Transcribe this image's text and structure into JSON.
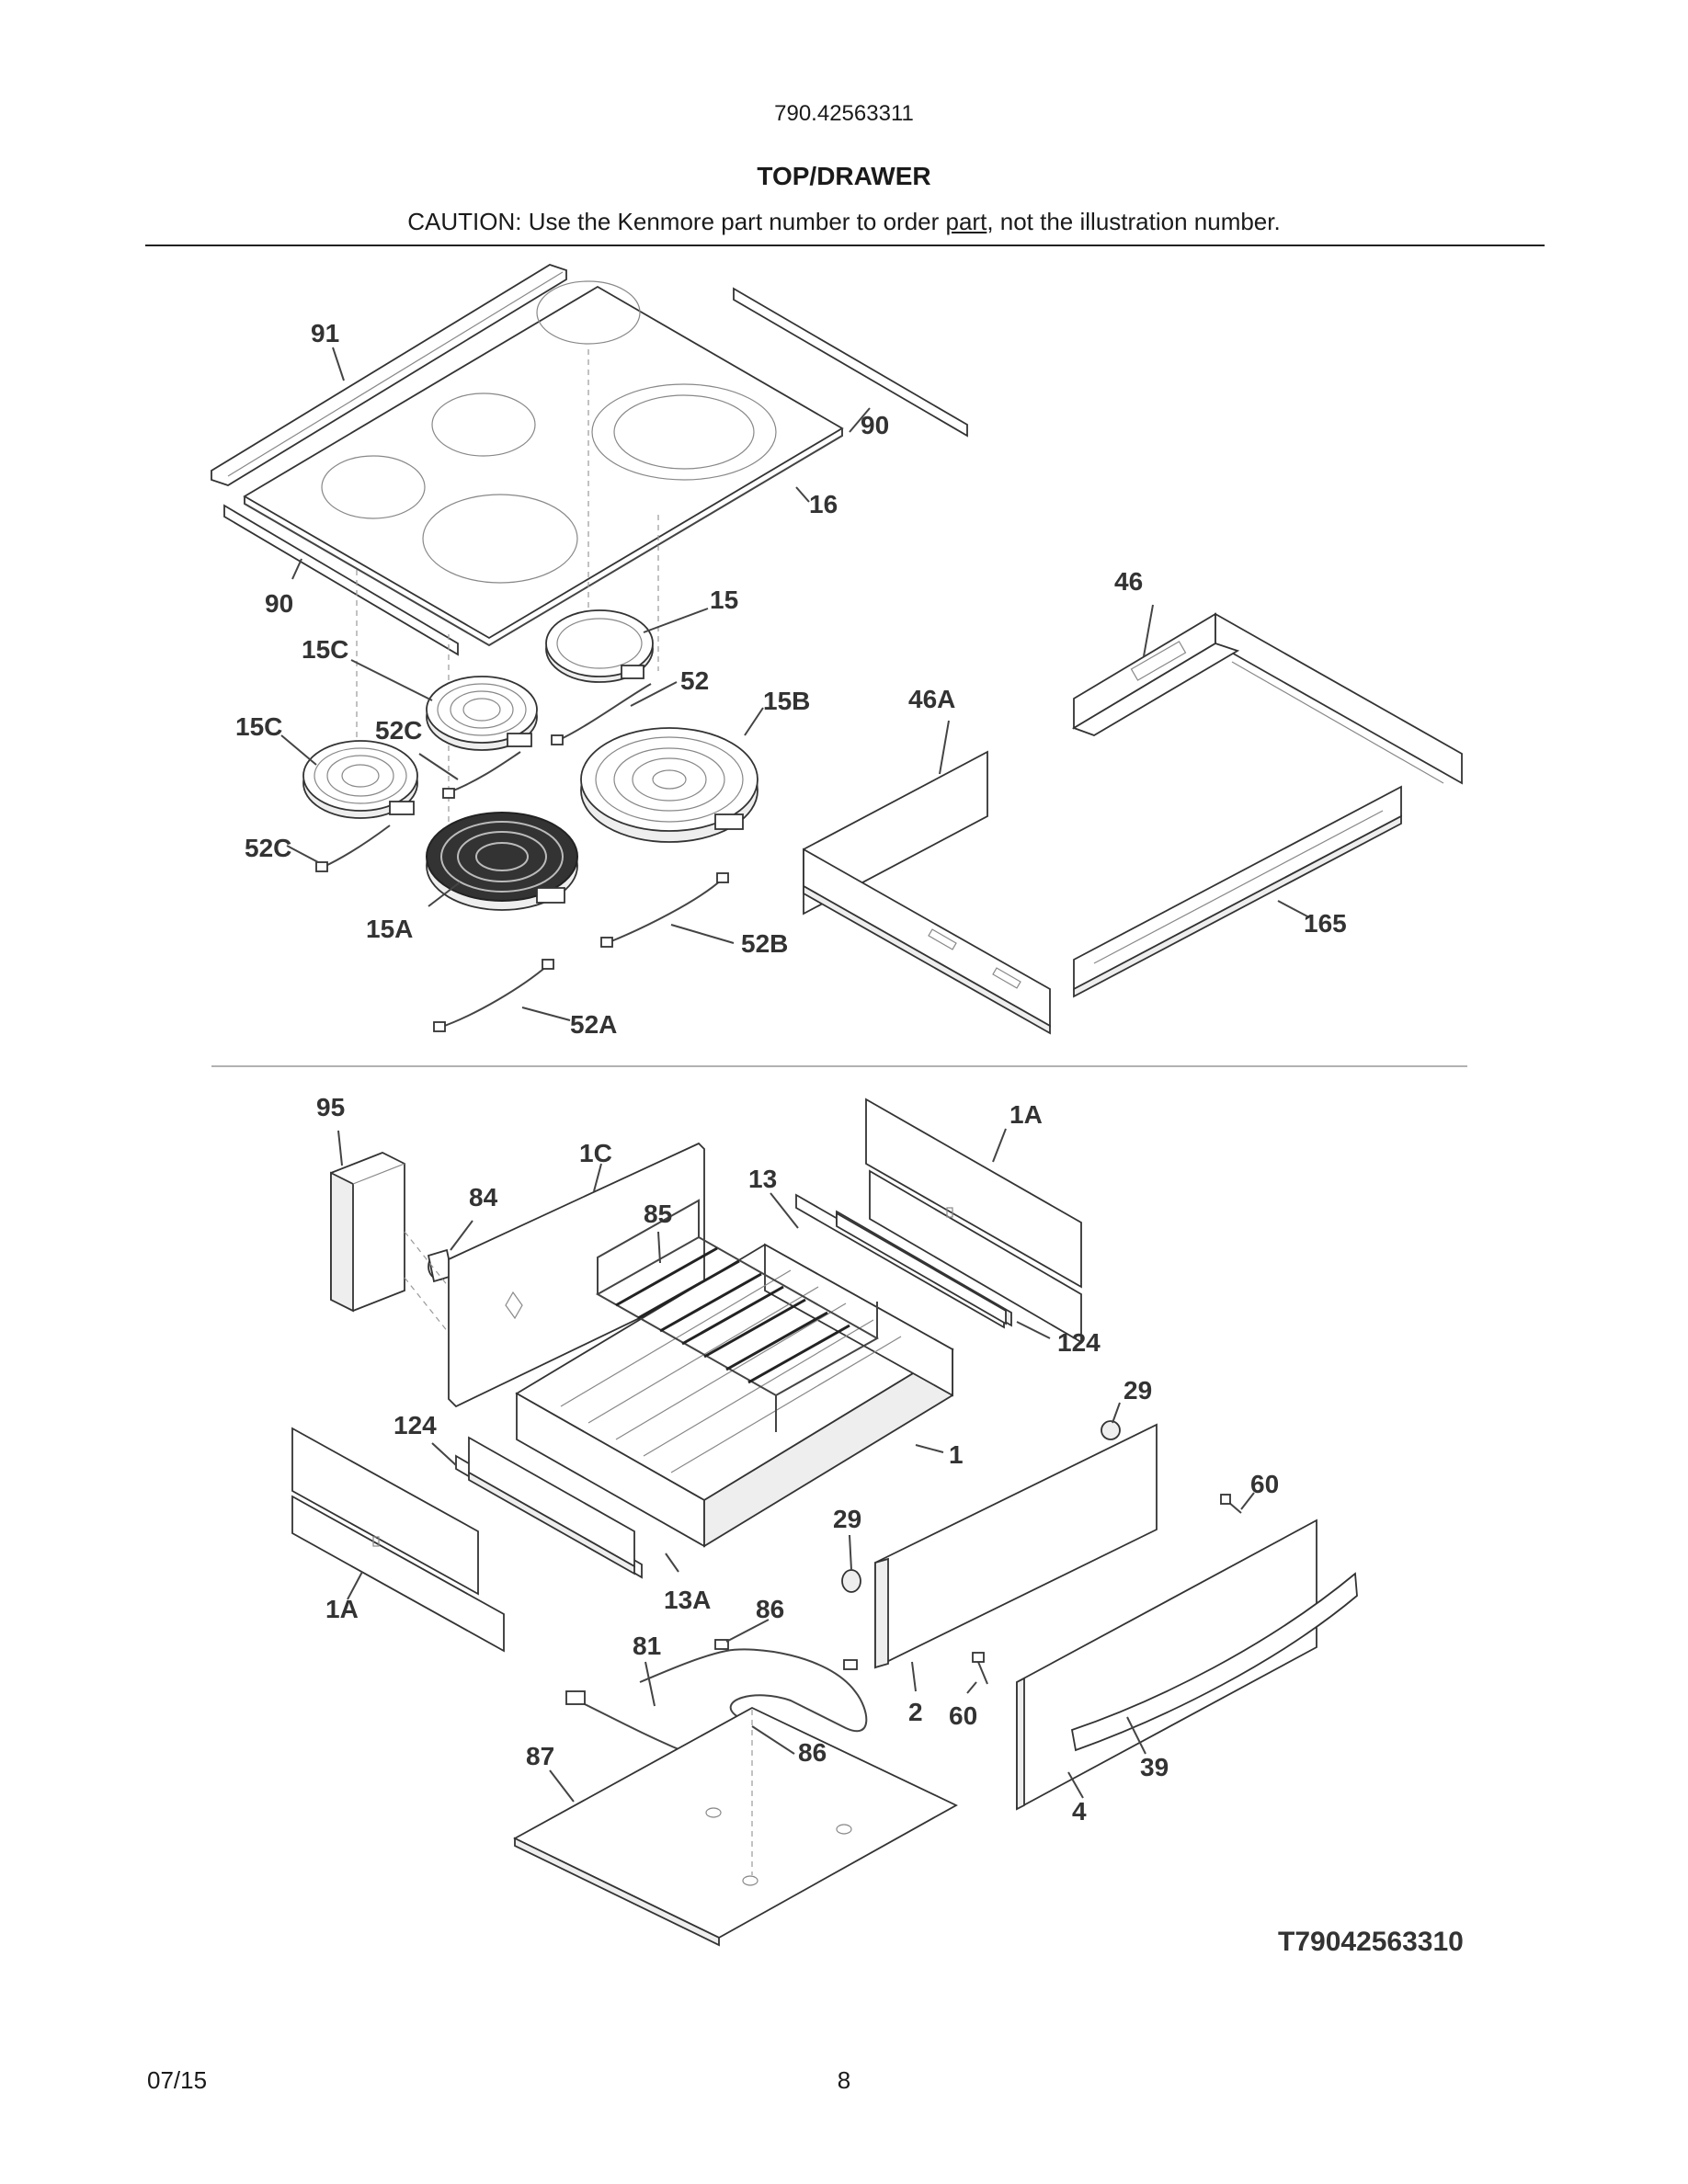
{
  "header": {
    "model_number": "790.42563311",
    "title": "TOP/DRAWER",
    "caution_pre": "CAUTION: Use the Kenmore part number to order ",
    "caution_link": "part",
    "caution_post": ", not the illustration number."
  },
  "callouts": {
    "c91": "91",
    "c90a": "90",
    "c16": "16",
    "c90b": "90",
    "c15": "15",
    "c15c_a": "15C",
    "c52": "52",
    "c15b": "15B",
    "c15c_b": "15C",
    "c52c_a": "52C",
    "c52c_b": "52C",
    "c15a": "15A",
    "c52b": "52B",
    "c52a": "52A",
    "c46": "46",
    "c46a": "46A",
    "c165": "165",
    "c95": "95",
    "c84": "84",
    "c1c": "1C",
    "c85": "85",
    "c13": "13",
    "c1a_top": "1A",
    "c124_r": "124",
    "c29_a": "29",
    "c124_l": "124",
    "c1": "1",
    "c60_a": "60",
    "c29_b": "29",
    "c1a_bot": "1A",
    "c13a": "13A",
    "c86_a": "86",
    "c81": "81",
    "c2": "2",
    "c60_b": "60",
    "c87": "87",
    "c86_b": "86",
    "c39": "39",
    "c4": "4"
  },
  "footer": {
    "diagram_code": "T79042563310",
    "date": "07/15",
    "page_number": "8"
  }
}
